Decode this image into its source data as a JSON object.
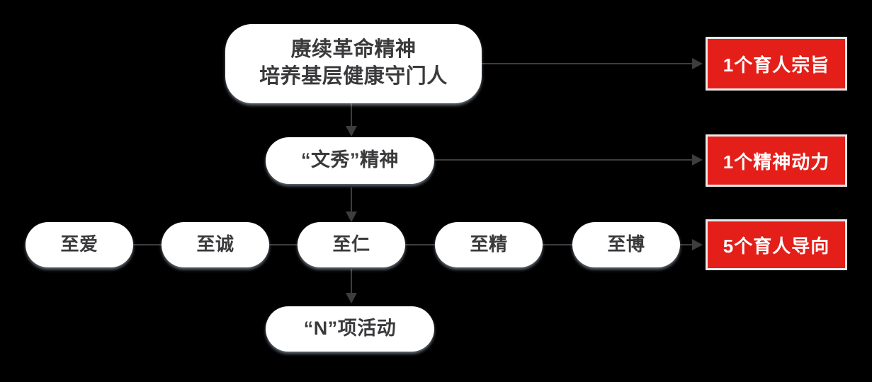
{
  "diagram": {
    "background_color": "#000000",
    "node_fill_color": "#ffffff",
    "node_text_color": "#3a3a3c",
    "accent_color": "#e41f19",
    "connector_color": "#3d3d3f",
    "title": "赓续革命精神 培养基层健康守门人",
    "nodes": {
      "top": {
        "line1": "赓续革命精神",
        "line2": "培养基层健康守门人",
        "text": "赓续革命精神\n培养基层健康守门人"
      },
      "spirit": {
        "text": "“文秀”精神"
      },
      "values": [
        {
          "text": "至爱"
        },
        {
          "text": "至诚"
        },
        {
          "text": "至仁"
        },
        {
          "text": "至精"
        },
        {
          "text": "至博"
        }
      ],
      "activities": {
        "text": "“N”项活动"
      }
    },
    "callouts": [
      {
        "text": "1个育人宗旨"
      },
      {
        "text": "1个精神动力"
      },
      {
        "text": "5个育人导向"
      }
    ]
  }
}
